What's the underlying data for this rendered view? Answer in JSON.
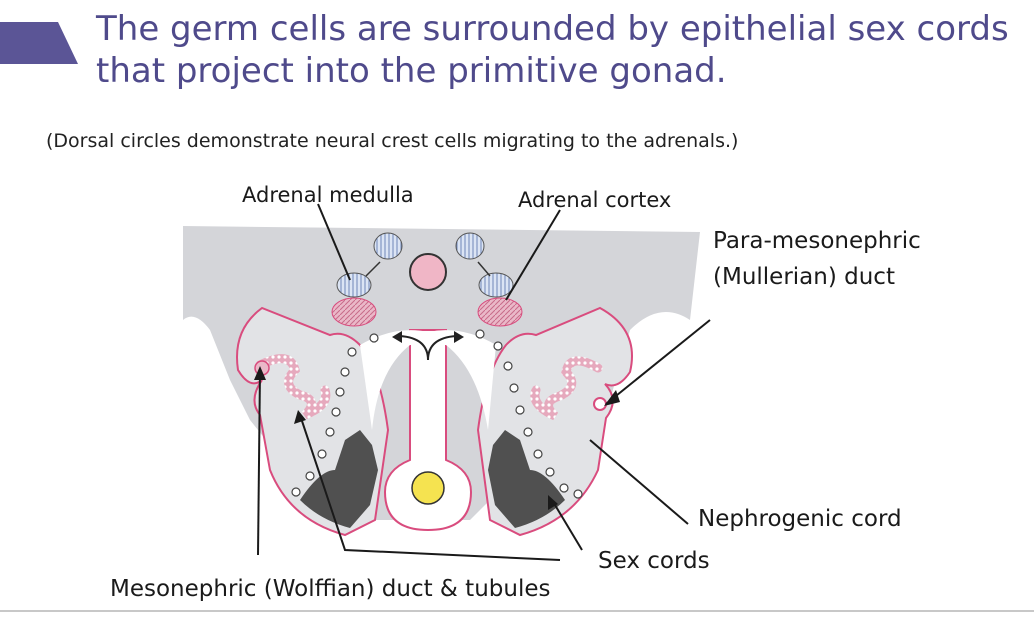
{
  "slide": {
    "title": "The germ cells are surrounded by epithelial sex cords that project into the primitive gonad.",
    "subtitle": "(Dorsal circles demonstrate neural crest cells migrating to the adrenals.)"
  },
  "labels": {
    "adrenal_medulla": "Adrenal medulla",
    "adrenal_cortex": "Adrenal cortex",
    "paramesonephric_line1": "Para-mesonephric",
    "paramesonephric_line2": "(Mullerian) duct",
    "nephrogenic_cord": "Nephrogenic cord",
    "sex_cords": "Sex cords",
    "mesonephric": "Mesonephric (Wolffian) duct & tubules"
  },
  "colors": {
    "title": "#4f4a8b",
    "accent_bar": "#5b5596",
    "tissue_gray": "#d4d5d9",
    "pink_outline": "#d94c7e",
    "pink_fill": "#e8b4c4",
    "blue_fill": "#c5d3ea",
    "yellow": "#f5e350",
    "dark_sex_cords": "#505050"
  }
}
